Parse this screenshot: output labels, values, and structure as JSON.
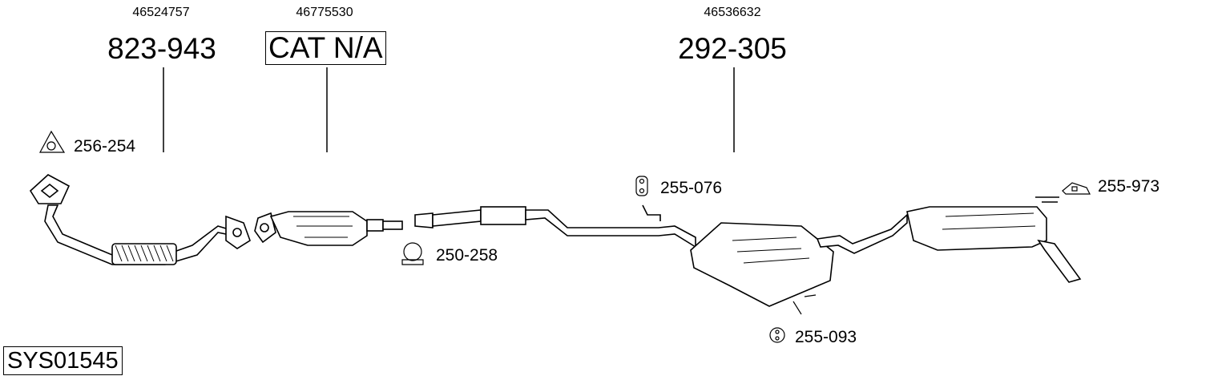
{
  "diagram": {
    "system_code": "SYS01545",
    "main_parts": [
      {
        "oem": "46524757",
        "part": "823-943",
        "boxed": false
      },
      {
        "oem": "46775530",
        "part": "CAT N/A",
        "boxed": true
      },
      {
        "oem": "46536632",
        "part": "292-305",
        "boxed": false
      }
    ],
    "accessories": [
      {
        "code": "256-254",
        "icon": "gasket-triangle-icon"
      },
      {
        "code": "250-258",
        "icon": "clamp-icon"
      },
      {
        "code": "255-076",
        "icon": "rubber-hanger-icon"
      },
      {
        "code": "255-973",
        "icon": "mounting-rubber-icon"
      },
      {
        "code": "255-093",
        "icon": "rubber-ring-icon"
      }
    ]
  }
}
